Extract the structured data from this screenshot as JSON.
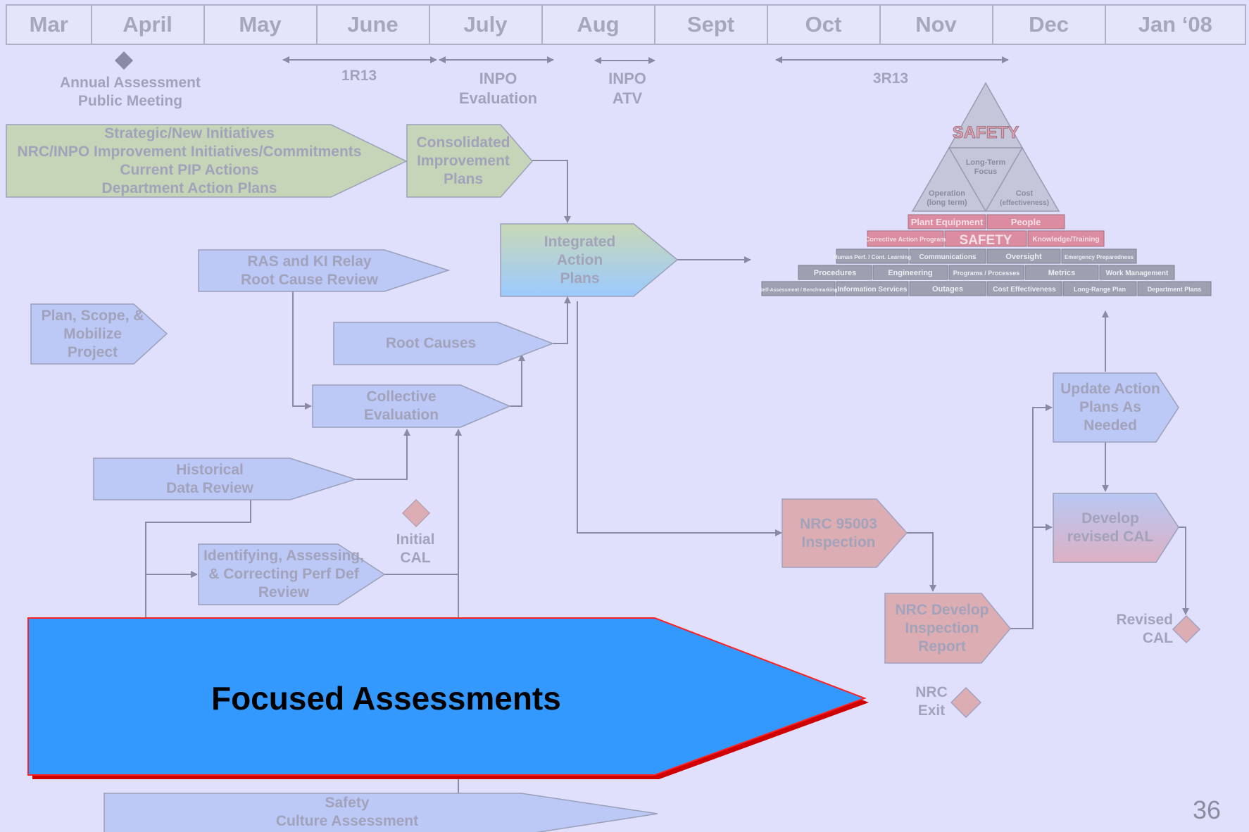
{
  "timeline": {
    "months": [
      "Mar",
      "April",
      "May",
      "June",
      "July",
      "Aug",
      "Sept",
      "Oct",
      "Nov",
      "Dec",
      "Jan ‘08"
    ]
  },
  "milestones": {
    "annual_meeting": [
      "Annual Assessment",
      "Public Meeting"
    ],
    "r1r13": "1R13",
    "inpo_eval": [
      "INPO",
      "Evaluation"
    ],
    "inpo_atv": [
      "INPO",
      "ATV"
    ],
    "r3r13": "3R13",
    "initial_cal": [
      "Initial",
      "CAL"
    ],
    "revised_cal": [
      "Revised",
      "CAL"
    ],
    "nrc_exit": [
      "NRC",
      "Exit"
    ]
  },
  "boxes": {
    "strategic": [
      "Strategic/New Initiatives",
      "NRC/INPO Improvement Initiatives/Commitments",
      "Current PIP Actions",
      "Department Action Plans"
    ],
    "consolidated": [
      "Consolidated",
      "Improvement",
      "Plans"
    ],
    "integrated": [
      "Integrated",
      "Action",
      "Plans"
    ],
    "ras_ki": [
      "RAS and KI Relay",
      "Root Cause Review"
    ],
    "plan_scope": [
      "Plan, Scope, &",
      "Mobilize",
      "Project"
    ],
    "root_causes": "Root Causes",
    "collective": [
      "Collective",
      "Evaluation"
    ],
    "historical": [
      "Historical",
      "Data Review"
    ],
    "identifying": [
      "Identifying, Assessing,",
      "& Correcting Perf Def",
      "Review"
    ],
    "nrc_95003": [
      "NRC 95003",
      "Inspection"
    ],
    "nrc_report": [
      "NRC Develop",
      "Inspection",
      "Report"
    ],
    "update_plans": [
      "Update Action",
      "Plans As",
      "Needed"
    ],
    "develop_cal": [
      "Develop",
      "revised CAL"
    ],
    "safety_culture": [
      "Safety",
      "Culture Assessment"
    ],
    "focused": "Focused Assessments"
  },
  "pyramid": {
    "top": "SAFETY",
    "mid_center": [
      "Long-Term",
      "Focus"
    ],
    "left": [
      "Operation",
      "(long term)"
    ],
    "right": [
      "Cost",
      "(effectiveness)"
    ],
    "row1": [
      "Plant Equipment",
      "People"
    ],
    "row2": [
      "Corrective Action Program",
      "SAFETY",
      "Knowledge/Training"
    ],
    "row3": [
      "Human Perf. / Cont. Learning",
      "Communications",
      "Oversight",
      "Emergency Preparedness"
    ],
    "row4": [
      "Procedures",
      "Engineering",
      "Programs / Processes",
      "Metrics",
      "Work Management"
    ],
    "row5": [
      "Self-Assessment / Benchmarking",
      "Information Services",
      "Outages",
      "Cost Effectiveness",
      "Long-Range Plan",
      "Department Plans"
    ]
  },
  "page_number": "36",
  "colors": {
    "background": "#e0e0fc",
    "focus_fill": "#3399ff",
    "focus_outline": "#ff0000",
    "nrc_fill": "#dcaeb4",
    "green_fill": "#c6d4b8",
    "blue_fill": "#bcc8f6"
  }
}
